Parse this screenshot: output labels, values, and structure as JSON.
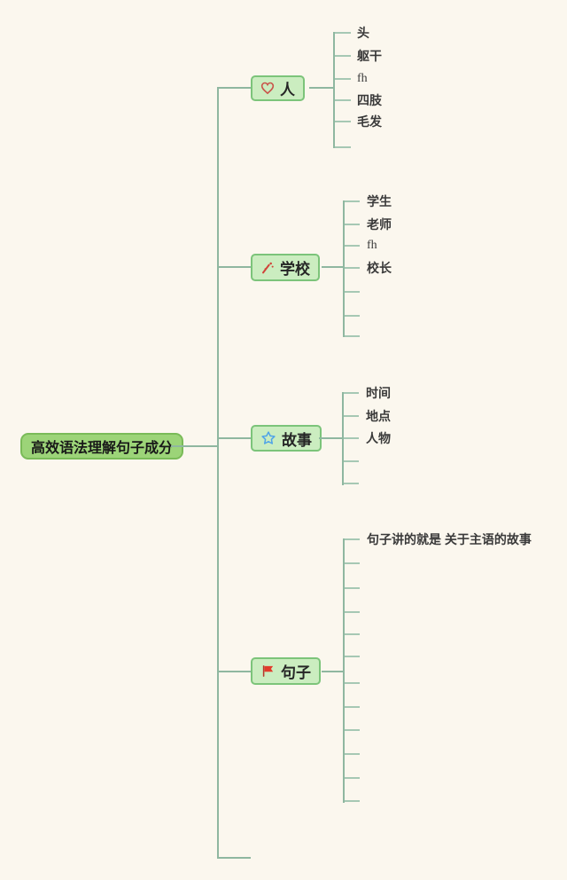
{
  "root": {
    "label": "高效语法理解句子成分"
  },
  "branches": [
    {
      "label": "人",
      "icon": "heart-icon",
      "children": [
        "头",
        "躯干",
        "fh",
        "四肢",
        "毛发",
        ""
      ]
    },
    {
      "label": "学校",
      "icon": "pen-spatter-icon",
      "children": [
        "学生",
        "老师",
        "fh",
        "校长",
        "",
        "",
        ""
      ]
    },
    {
      "label": "故事",
      "icon": "star-icon",
      "children": [
        "时间",
        "地点",
        "人物",
        "",
        ""
      ]
    },
    {
      "label": "句子",
      "icon": "flag-icon",
      "children": [
        "句子讲的就是 关于主语的故事",
        "",
        "",
        "",
        "",
        "",
        "",
        "",
        "",
        "",
        "",
        ""
      ]
    }
  ],
  "colors": {
    "background": "#FBF7EE",
    "root_fill": "#9CD478",
    "root_border": "#7ABB58",
    "branch_fill": "#CBEDC0",
    "branch_border": "#7CC47A",
    "line": "#8FB7A0",
    "tick_line": "#A6C8B4",
    "heart_icon": "#C9544A",
    "pen_icon": "#D04339",
    "star_icon": "#4FA3E8",
    "flag_icon": "#E23B2B",
    "text": "#3A3A3A"
  }
}
